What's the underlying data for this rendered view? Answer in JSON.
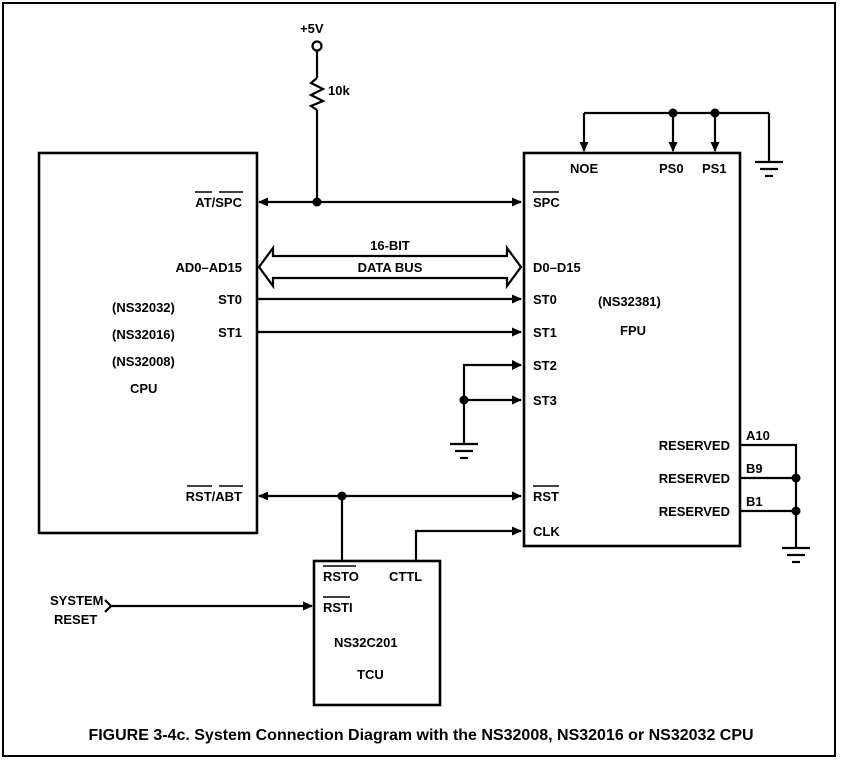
{
  "power": {
    "supply": "+5V",
    "resistor": "10k"
  },
  "cpu": {
    "names": [
      "(NS32032)",
      "(NS32016)",
      "(NS32008)"
    ],
    "label": "CPU",
    "pins": {
      "at_spc": "AT/SPC",
      "ad": "AD0–AD15",
      "st0": "ST0",
      "st1": "ST1",
      "rst_abt": "RST/ABT"
    }
  },
  "bus": {
    "line1": "16-BIT",
    "line2": "DATA BUS"
  },
  "fpu": {
    "name": "(NS32381)",
    "label": "FPU",
    "top_pins": [
      "NOE",
      "PS0",
      "PS1"
    ],
    "pins": {
      "spc": "SPC",
      "d": "D0–D15",
      "st0": "ST0",
      "st1": "ST1",
      "st2": "ST2",
      "st3": "ST3",
      "rst": "RST",
      "clk": "CLK"
    },
    "reserved": [
      "RESERVED",
      "RESERVED",
      "RESERVED"
    ],
    "reserved_signals": [
      "A10",
      "B9",
      "B1"
    ]
  },
  "tcu": {
    "name": "NS32C201",
    "label": "TCU",
    "pins": {
      "rsto": "RSTO",
      "rsti": "RSTI",
      "cttl": "CTTL"
    }
  },
  "system_reset": {
    "line1": "SYSTEM",
    "line2": "RESET"
  },
  "caption": "FIGURE 3-4c. System Connection Diagram with the NS32008, NS32016 or NS32032 CPU"
}
